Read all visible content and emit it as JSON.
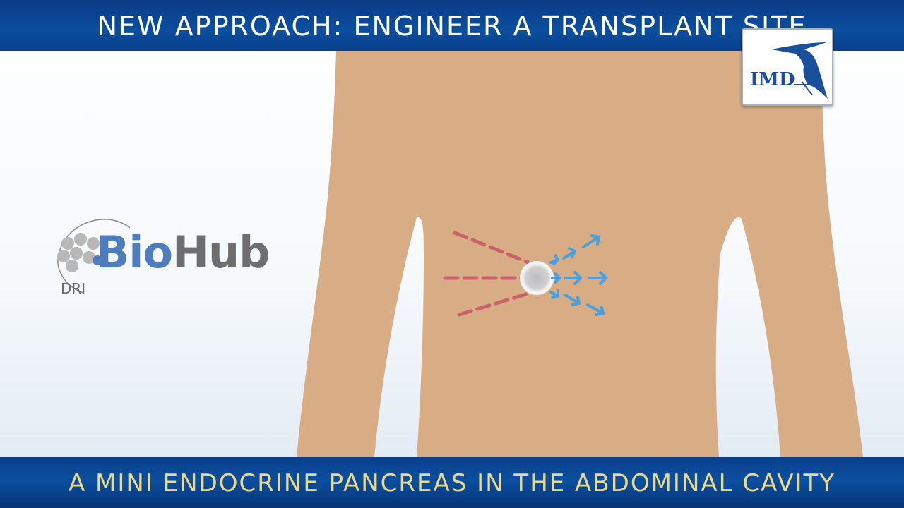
{
  "header": {
    "title": "NEW APPROACH: ENGINEER A TRANSPLANT SITE"
  },
  "footer": {
    "caption": "A MINI ENDOCRINE PANCREAS IN THE ABDOMINAL CAVITY"
  },
  "logos": {
    "imd": {
      "text": "IMD"
    },
    "biohub": {
      "bio": "Bio",
      "hub": "Hub",
      "dri": "DRI"
    }
  },
  "colors": {
    "banner": "#0b4f9e",
    "caption_text": "#ecd98a",
    "skin": "#d8ad86",
    "arrow": "#4aa0dc",
    "dash": "#c0305a"
  }
}
